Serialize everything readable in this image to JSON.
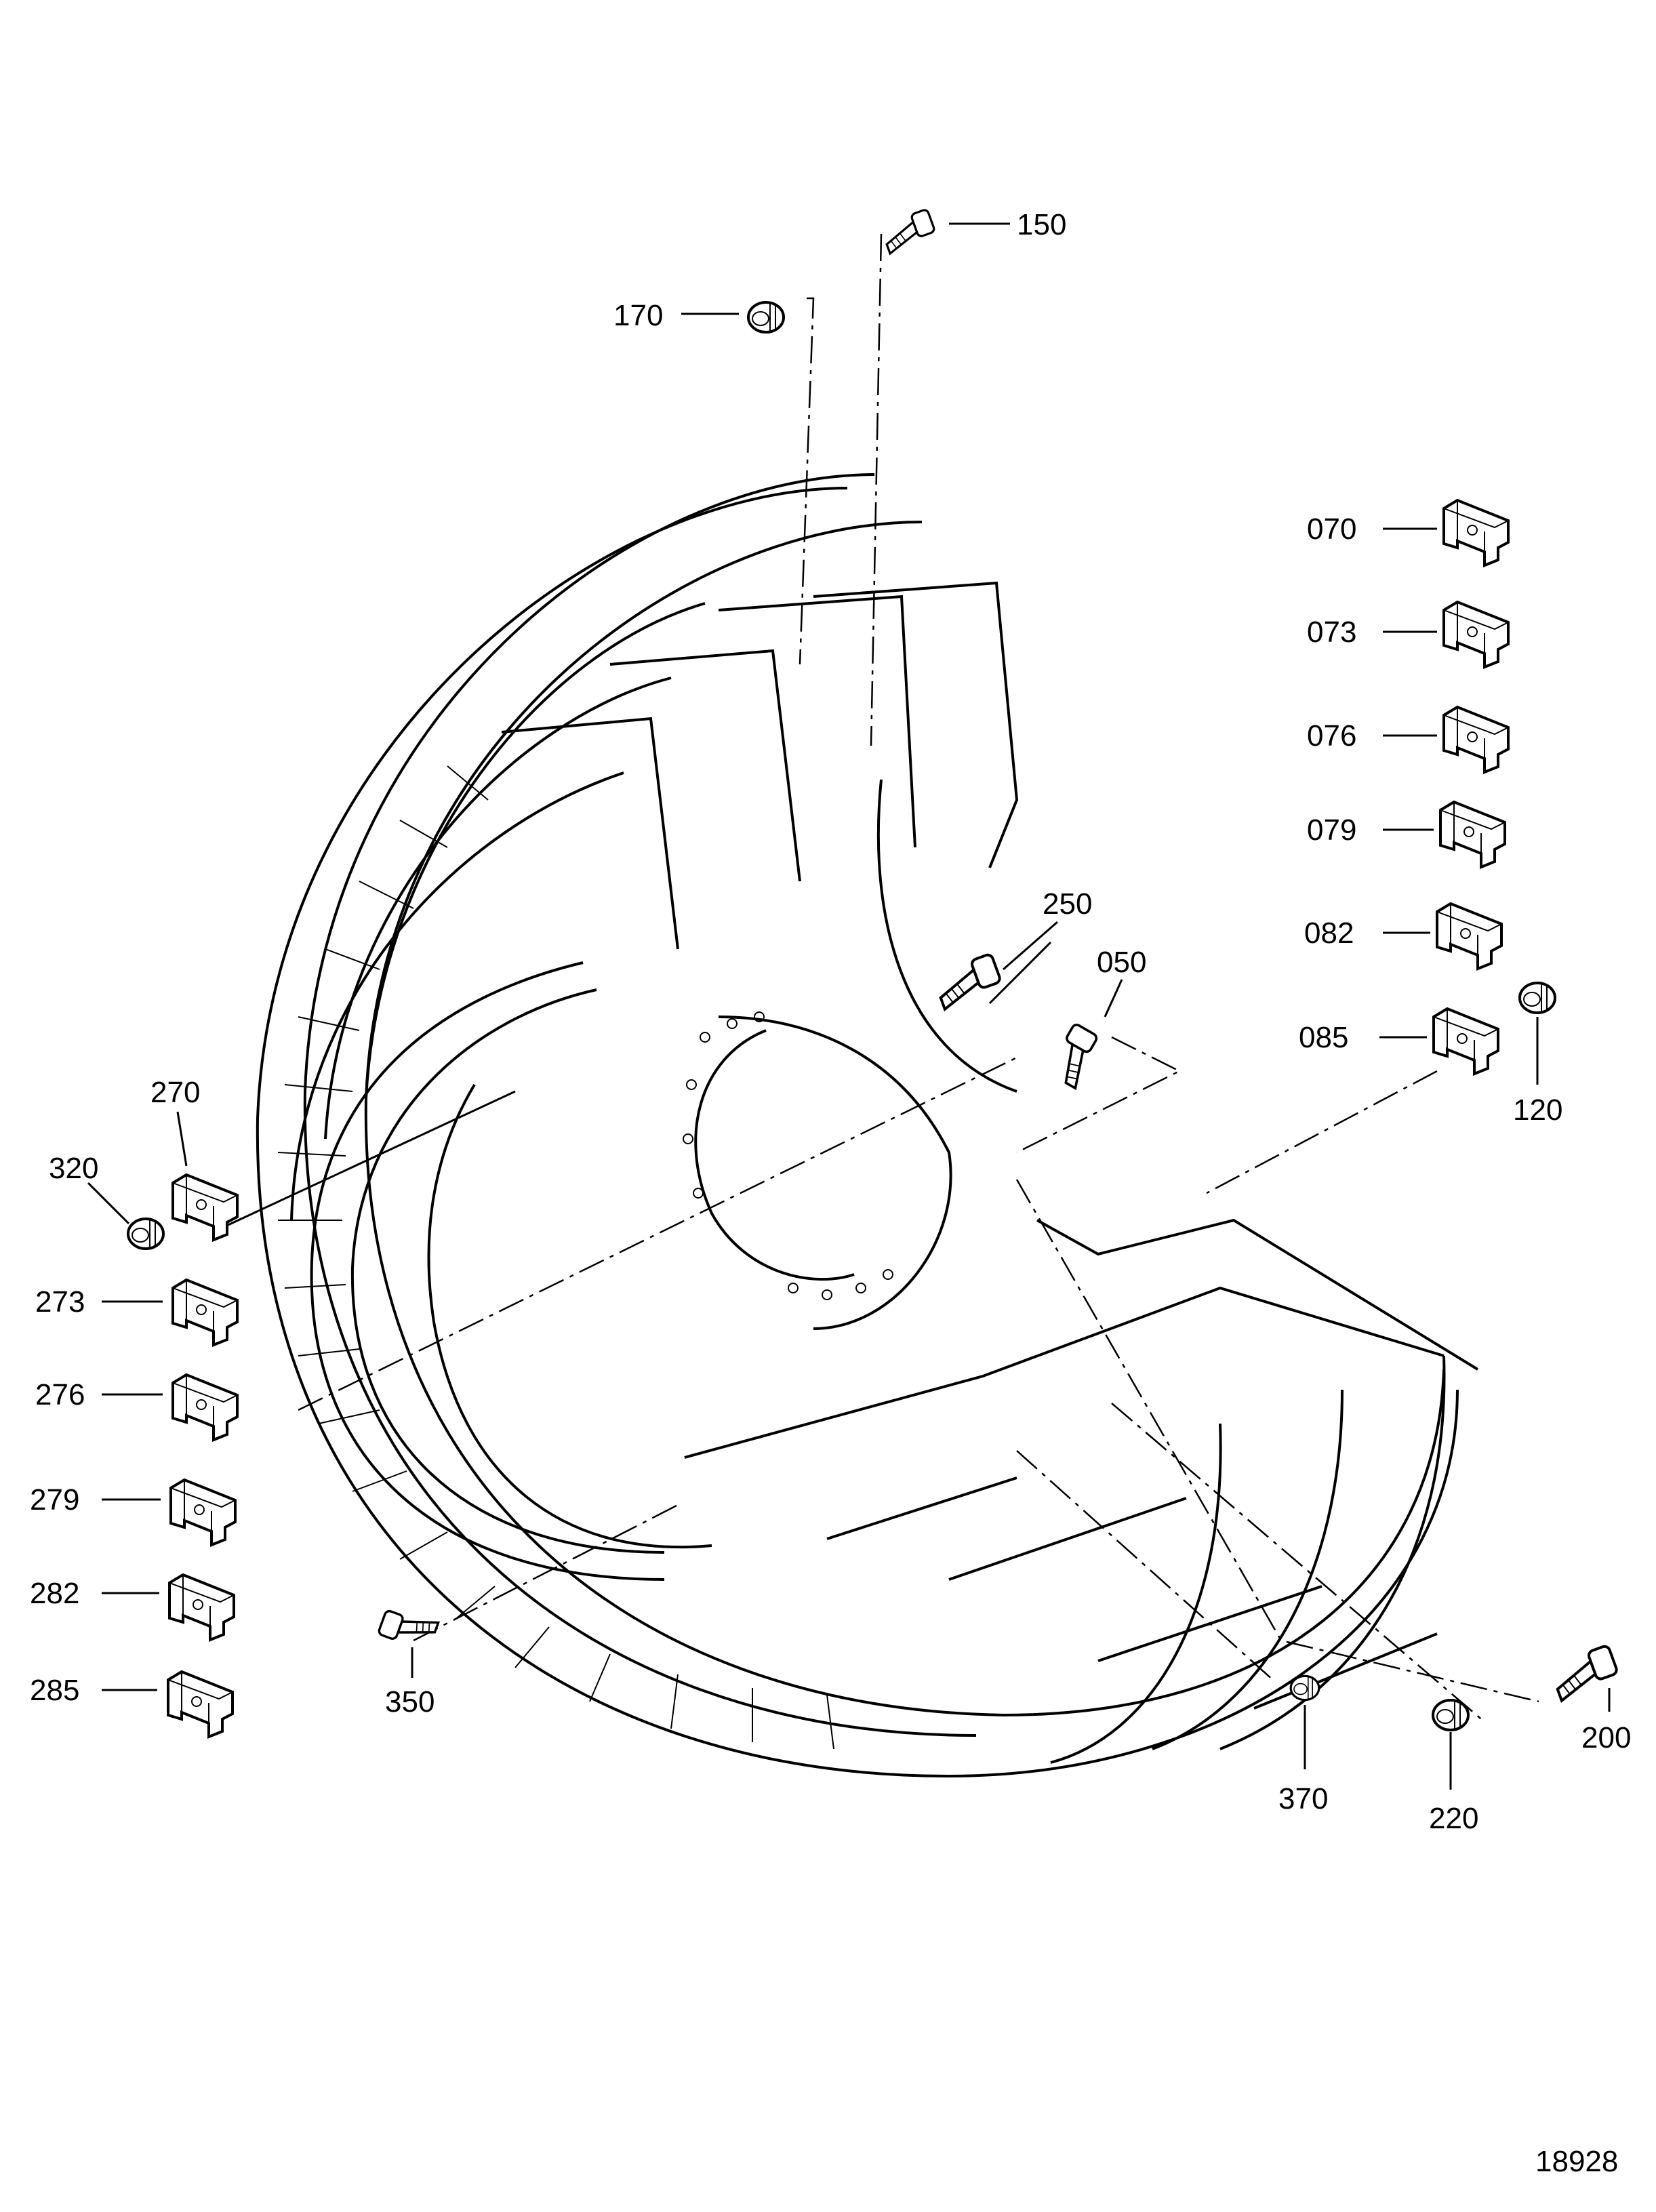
{
  "diagram": {
    "labels": [
      "150",
      "170",
      "070",
      "073",
      "076",
      "079",
      "082",
      "085",
      "120",
      "250",
      "050",
      "270",
      "320",
      "273",
      "276",
      "279",
      "282",
      "285",
      "350",
      "370",
      "220",
      "200"
    ],
    "figure_number": "18928"
  }
}
